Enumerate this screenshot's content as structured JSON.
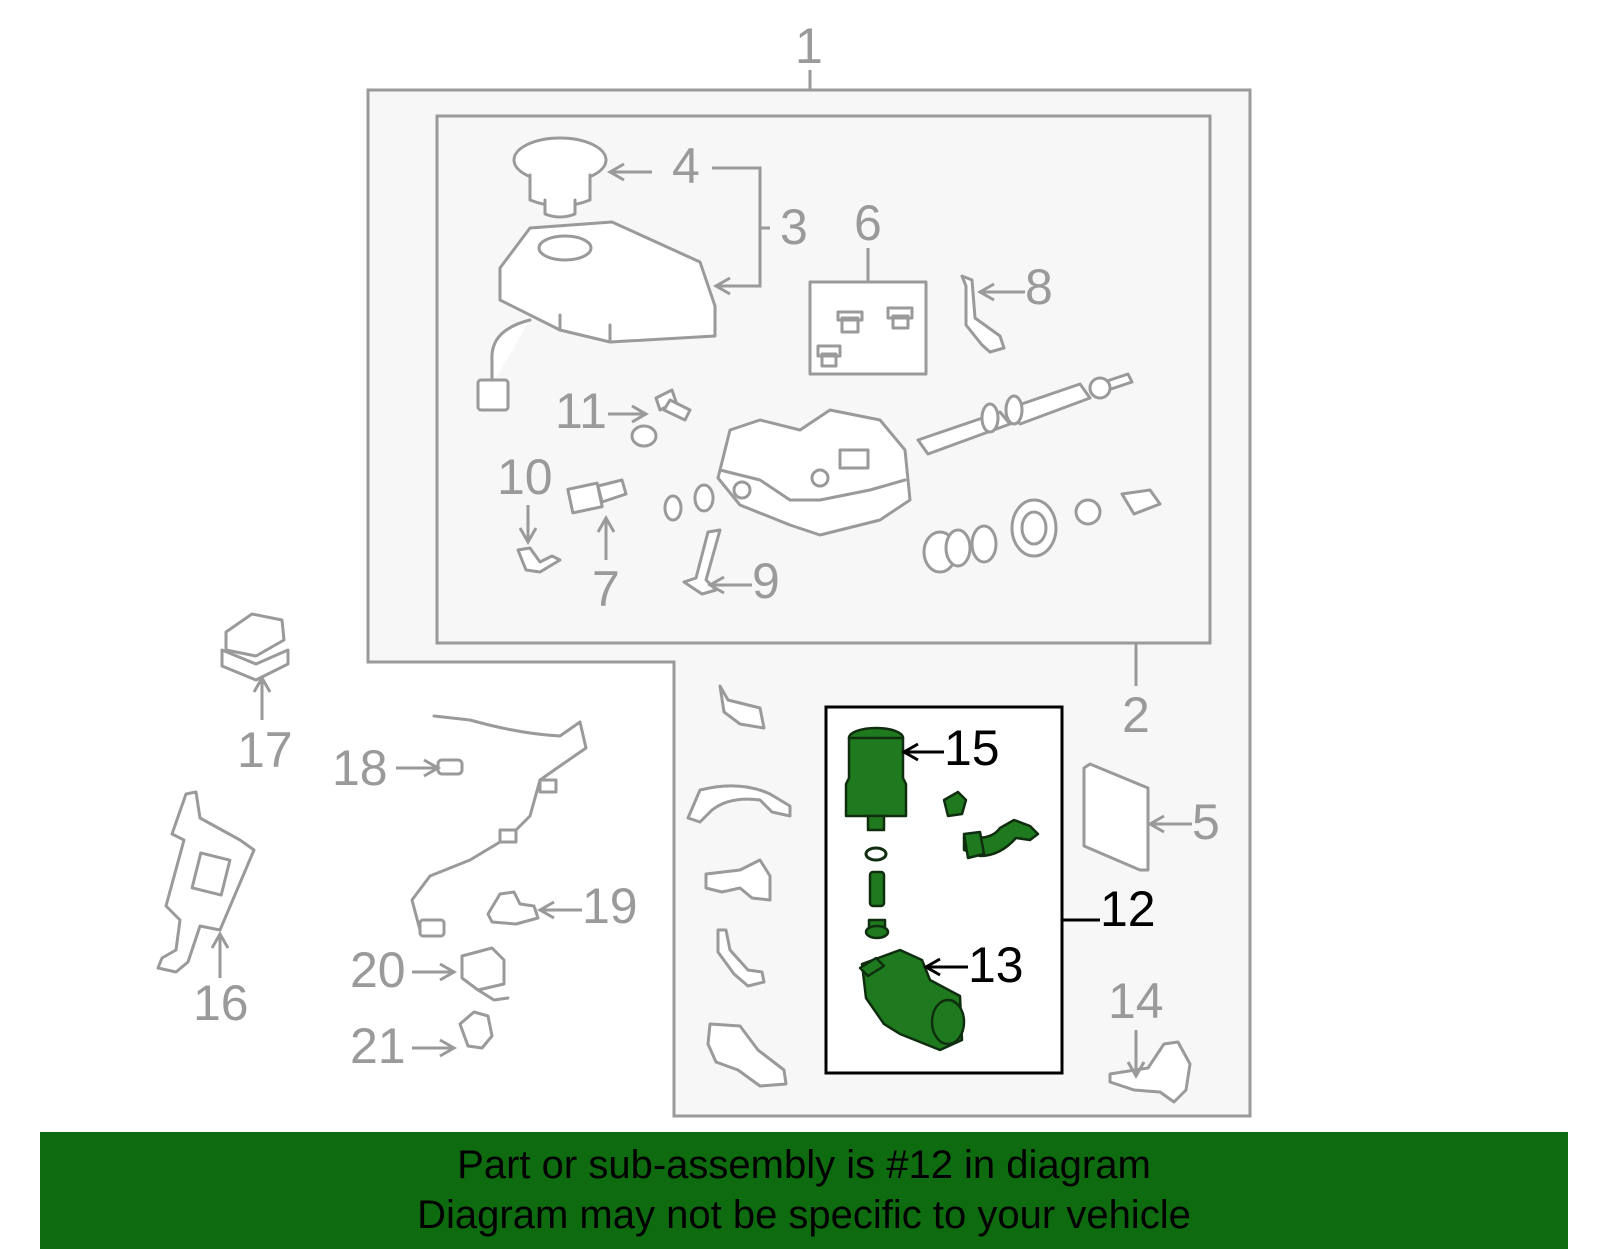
{
  "diagram": {
    "highlight_color": "#1f7a1f",
    "callouts": {
      "c1": "1",
      "c2": "2",
      "c3": "3",
      "c4": "4",
      "c5": "5",
      "c6": "6",
      "c7": "7",
      "c8": "8",
      "c9": "9",
      "c10": "10",
      "c11": "11",
      "c12": "12",
      "c13": "13",
      "c14": "14",
      "c15": "15",
      "c16": "16",
      "c17": "17",
      "c18": "18",
      "c19": "19",
      "c20": "20",
      "c21": "21"
    }
  },
  "banner": {
    "background": "#0f6b0f",
    "line1": "Part or sub-assembly is #12 in diagram",
    "line2": "Diagram may not be specific to your vehicle"
  }
}
